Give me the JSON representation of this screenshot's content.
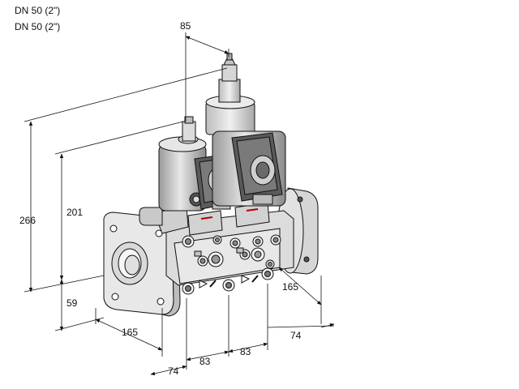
{
  "header": {
    "line1": "DN 50 (2\")",
    "line2": "DN 50 (2\")"
  },
  "dimensions": {
    "top_offset": "85",
    "total_height": "266",
    "upper_height": "201",
    "lower_height": "59",
    "flange_depth_left": "165",
    "flange_depth_right": "165",
    "base_left": "74",
    "base_right": "74",
    "spacing_a": "83",
    "spacing_b": "83"
  },
  "colors": {
    "line": "#111111",
    "body_light": "#e4e4e4",
    "body_mid": "#c8c8c8",
    "body_dark": "#9a9a9a",
    "coil_dark": "#4a4a4a"
  }
}
